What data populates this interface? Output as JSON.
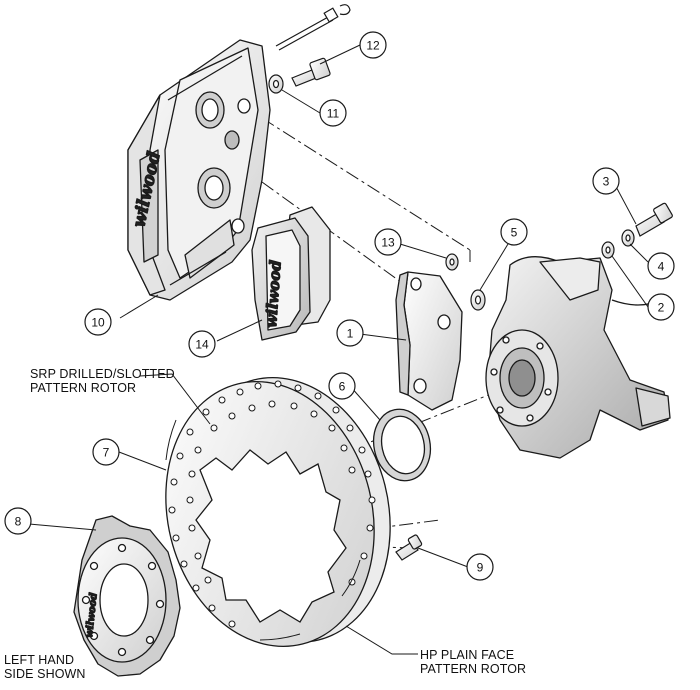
{
  "labels": {
    "rotor_top_line1": "SRP DRILLED/SLOTTED",
    "rotor_top_line2": "PATTERN ROTOR",
    "rotor_bottom_line1": "HP PLAIN FACE",
    "rotor_bottom_line2": "PATTERN ROTOR",
    "side_line1": "LEFT HAND",
    "side_line2": "SIDE SHOWN"
  },
  "brand": {
    "caliper": "wilwood",
    "pad": "wilwood",
    "hat": "wilwood"
  },
  "callouts": {
    "c1": "1",
    "c2": "2",
    "c3": "3",
    "c4": "4",
    "c5": "5",
    "c6": "6",
    "c7": "7",
    "c8": "8",
    "c9": "9",
    "c10": "10",
    "c11": "11",
    "c12": "12",
    "c13": "13",
    "c14": "14"
  },
  "colors": {
    "line": "#1a1a1a",
    "fill": "#ffffff",
    "shade": "#d8d8d8",
    "dark_shade": "#9a9a9a"
  }
}
